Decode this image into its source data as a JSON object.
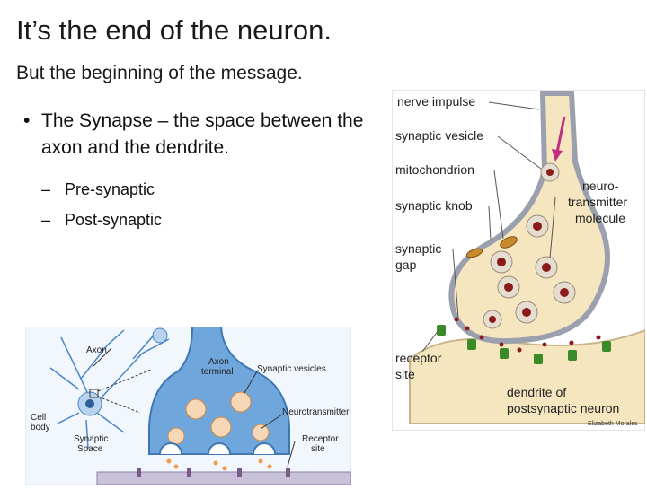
{
  "slide": {
    "title": "It’s the end of the neuron.",
    "subtitle": "But the beginning of the message.",
    "bullet": "The Synapse – the space between the axon and the dendrite.",
    "sub_bullets": [
      "Pre-synaptic",
      "Post-synaptic"
    ]
  },
  "right_figure": {
    "labels": {
      "nerve_impulse": "nerve impulse",
      "synaptic_vesicle": "synaptic vesicle",
      "mitochondrion": "mitochondrion",
      "synaptic_knob": "synaptic knob",
      "synaptic_gap_1": "synaptic",
      "synaptic_gap_2": "gap",
      "receptor_site_1": "receptor",
      "receptor_site_2": "site",
      "neurotransmitter_1": "neuro-",
      "neurotransmitter_2": "transmitter",
      "neurotransmitter_3": "molecule",
      "dendrite_1": "dendrite of",
      "dendrite_2": "postsynaptic neuron",
      "credit": "Elizabeth Morales"
    }
  },
  "left_figure": {
    "labels": {
      "axon": "Axon",
      "axon_terminal_1": "Axon",
      "axon_terminal_2": "terminal",
      "synaptic_vesicles": "Synaptic vesicles",
      "cell_body_1": "Cell",
      "cell_body_2": "body",
      "neurotransmitter": "Neurotransmitter",
      "synaptic_space_1": "Synaptic",
      "synaptic_space_2": "Space",
      "receptor_site_1": "Receptor",
      "receptor_site_2": "site"
    }
  },
  "colors": {
    "knob_fill": "#f6e6c0",
    "knob_outline": "#9aa0ad",
    "vesicle_fill": "#e5ddd0",
    "neurotransmitter": "#8b1a1a",
    "receptor": "#3a8a2a",
    "mitochondria": "#c98a2e",
    "impulse_arrow": "#c0307e",
    "blue_terminal": "#6fa7dc",
    "orange_vesicle": "#f39a4a"
  }
}
